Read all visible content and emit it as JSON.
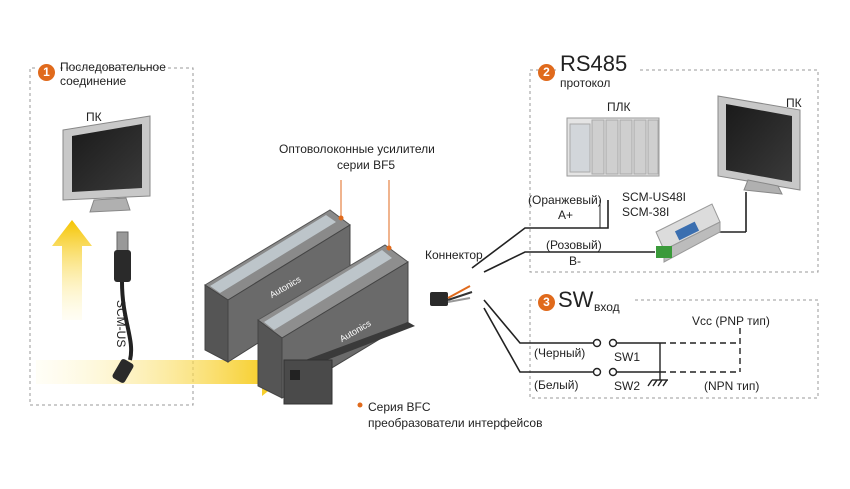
{
  "sections": {
    "serial": {
      "number": "1",
      "title_line1": "Последовательное",
      "title_line2": "соединение"
    },
    "rs485": {
      "number": "2",
      "title": "RS485",
      "subtitle": "протокол"
    },
    "sw": {
      "number": "3",
      "title": "SW",
      "subtitle": "вход"
    }
  },
  "labels": {
    "pc_left": "ПК",
    "pc_right": "ПК",
    "plc": "ПЛК",
    "amplifiers_line1": "Оптоволоконные усилители",
    "amplifiers_line2": "серии BF5",
    "connector": "Коннектор",
    "converter_line1": "Серия BFC",
    "converter_line2": "преобразователи интерфейсов",
    "cable": "SCM-US",
    "module_line1": "SCM-US48I",
    "module_line2": "SCM-38I",
    "orange": "(Оранжевый)",
    "a_plus": "A+",
    "pink": "(Розовый)",
    "b_minus": "B-",
    "black": "(Черный)",
    "white": "(Белый)",
    "sw1": "SW1",
    "sw2": "SW2",
    "vcc": "Vcc (PNP тип)",
    "npn": "(NPN тип)",
    "brand1": "Autonics",
    "brand2": "Autonics"
  },
  "colors": {
    "accent": "#e06a1c",
    "arrow": "#f5c400",
    "dashed_border": "#9a9a9a",
    "device_body": "#5a5a5a"
  }
}
